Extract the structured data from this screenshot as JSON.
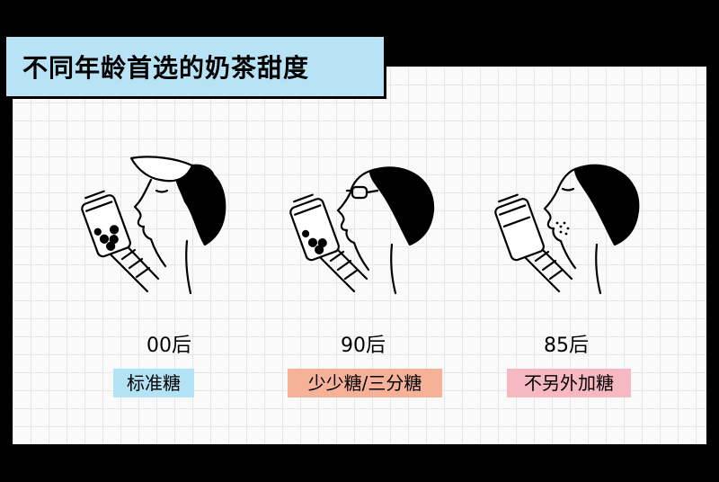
{
  "title": "不同年龄首选的奶茶甜度",
  "groups": [
    {
      "age": "00后",
      "preference": "标准糖",
      "highlight": "#b3e3f5",
      "accessory": "cap-icon"
    },
    {
      "age": "90后",
      "preference": "少少糖/三分糖",
      "highlight": "#f6b199",
      "accessory": "glasses-icon"
    },
    {
      "age": "85后",
      "preference": "不另外加糖",
      "highlight": "#f7b9c1",
      "accessory": "stubble-icon"
    }
  ]
}
